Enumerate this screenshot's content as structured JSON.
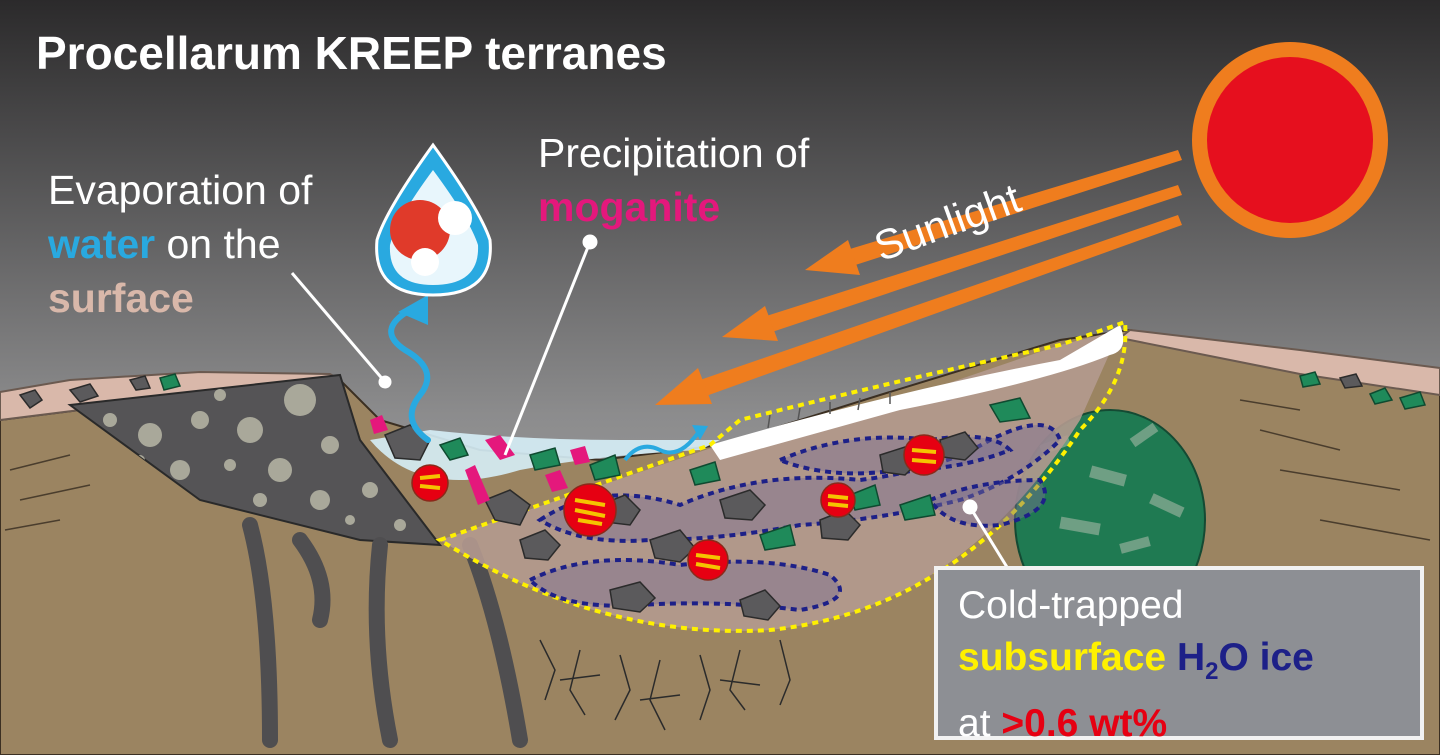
{
  "title": "Procellarum KREEP terranes",
  "evaporation": {
    "line1": "Evaporation of",
    "word_water": "water",
    "rest2": " on the",
    "word_surface": "surface"
  },
  "precipitation": {
    "line1": "Precipitation of",
    "word_moganite": "moganite"
  },
  "sunlight": "Sunlight",
  "ice_box": {
    "line1": "Cold-trapped",
    "word_subsurface": "subsurface",
    "h": "H",
    "sub2": "2",
    "o_ice": "O ice",
    "at": "at ",
    "value": ">0.6 wt%"
  },
  "colors": {
    "water": "#29a9e0",
    "surface": "#d9b8aa",
    "moganite": "#e4187c",
    "subsurface": "#fff100",
    "h2o": "#1d2088",
    "value": "#e60012",
    "sun_core": "#e60f1e",
    "sun_ring": "#ef7d1e",
    "sunlight_arrows": "#ef7d1e",
    "ground": "#9b8461",
    "ice_boundary": "#fff100"
  },
  "icons": [
    "water-droplet-icon",
    "sun-icon",
    "sunlight-arrows",
    "evaporation-arrow-icon"
  ]
}
